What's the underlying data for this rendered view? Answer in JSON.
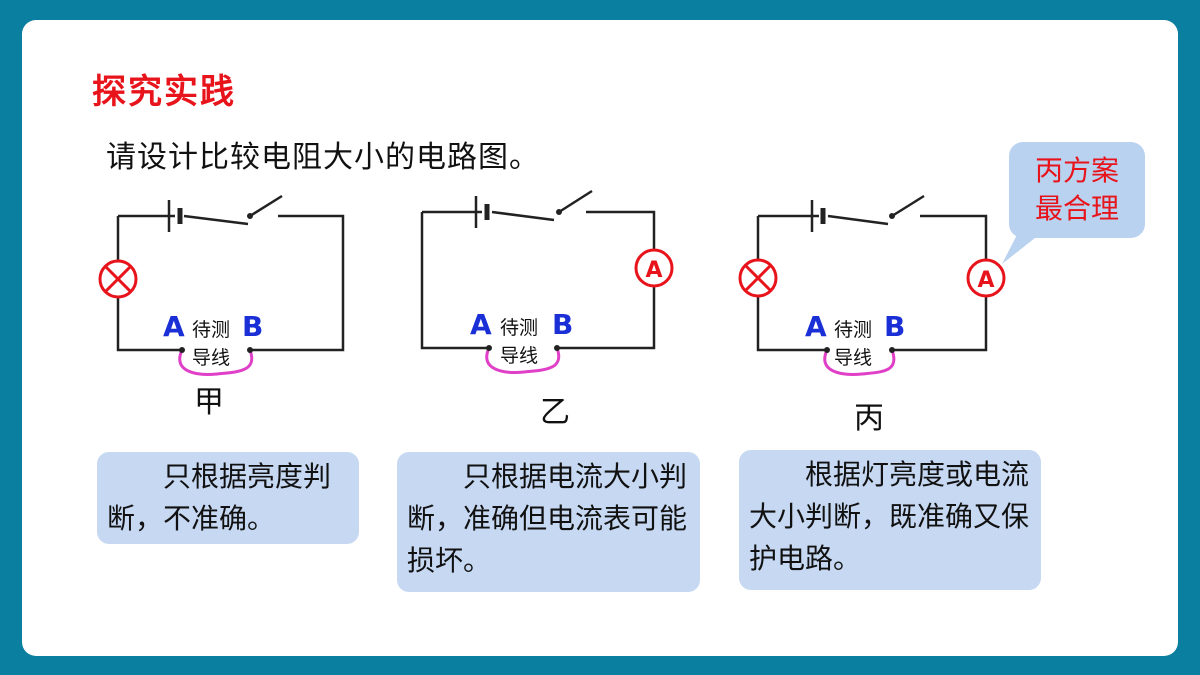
{
  "title": "探究实践",
  "question": "请设计比较电阻大小的电路图。",
  "labels": {
    "point_a": "A",
    "point_b": "B",
    "wire_under_test_1": "待测",
    "wire_under_test_2": "导线",
    "ammeter": "A"
  },
  "circuits": [
    {
      "name": "甲",
      "has_lamp": true,
      "has_ammeter": false
    },
    {
      "name": "乙",
      "has_lamp": false,
      "has_ammeter": true
    },
    {
      "name": "丙",
      "has_lamp": true,
      "has_ammeter": true
    }
  ],
  "callout": {
    "line1": "丙方案",
    "line2": "最合理"
  },
  "explanations": [
    "只根据亮度判断，不准确。",
    "只根据电流大小判断，准确但电流表可能损坏。",
    "根据灯亮度或电流大小判断，既准确又保护电路。"
  ],
  "colors": {
    "background": "#0a7fa0",
    "title": "#e8141c",
    "point_label": "#1a2fd6",
    "wire_under_test": "#e040c8",
    "box_fill": "#c6d8f2",
    "callout_fill": "#b9d2ef",
    "component_red": "#e8141c"
  }
}
